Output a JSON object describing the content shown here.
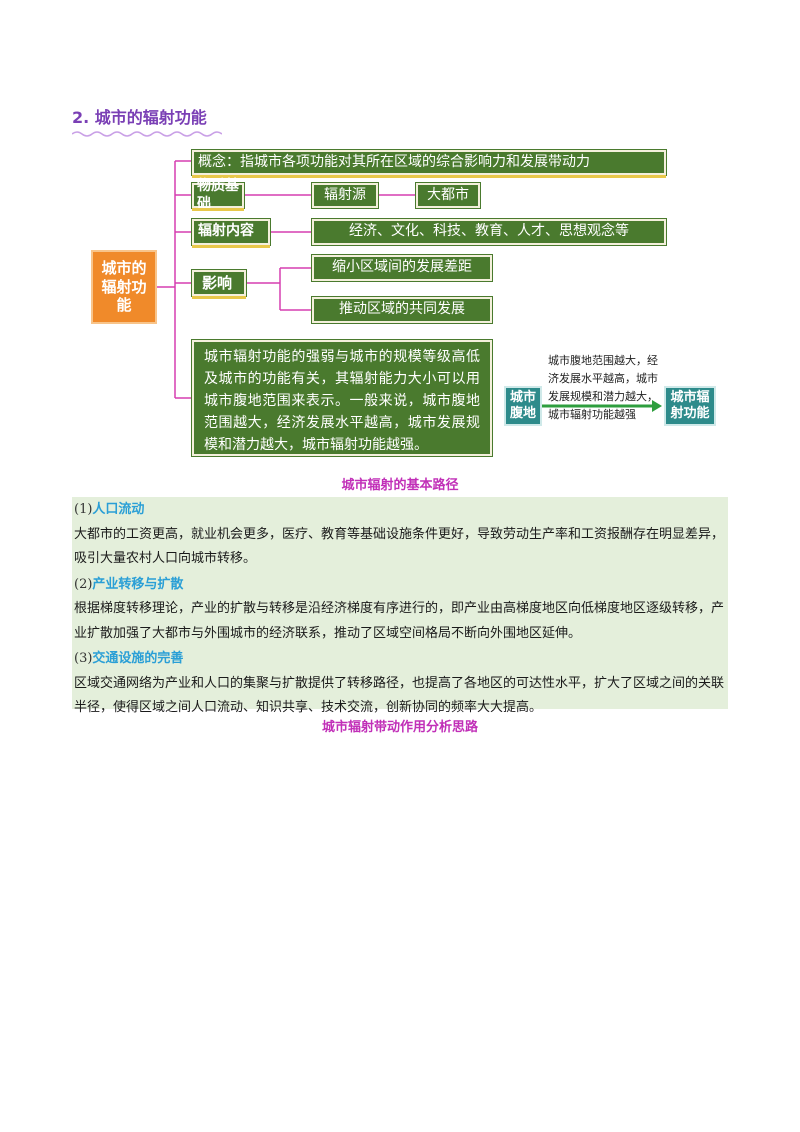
{
  "section_title": "2. 城市的辐射功能",
  "diagram": {
    "root": "城市的辐射功能",
    "root_lines": [
      "城市的",
      "辐射功",
      "能"
    ],
    "concept": "概念：指城市各项功能对其所在区域的综合影响力和发展带动力",
    "material_basis": {
      "label": "物质基础",
      "source": "辐射源",
      "value": "大都市"
    },
    "content": {
      "label": "辐射内容",
      "value": "经济、文化、科技、教育、人才、思想观念等"
    },
    "influence": {
      "label": "影响",
      "items": [
        "缩小区域间的发展差距",
        "推动区域的共同发展"
      ]
    },
    "description": "城市辐射功能的强弱与城市的规模等级高低及城市的功能有关，其辐射能力大小可以用城市腹地范围来表示。一般来说，城市腹地范围越大，经济发展水平越高，城市发展规模和潜力越大，城市辐射功能越强。",
    "flow": {
      "from": "城市腹地",
      "from_lines": [
        "城市",
        "腹地"
      ],
      "to": "城市辐射功能",
      "to_lines": [
        "城市辐",
        "射功能"
      ],
      "note": "城市腹地范围越大，经济发展水平越高，城市发展规模和潜力越大，城市辐射功能越强"
    }
  },
  "caption1": "城市辐射的基本路径",
  "panel": {
    "items": [
      {
        "num": "(1)",
        "title": "人口流动",
        "text": "大都市的工资更高，就业机会更多，医疗、教育等基础设施条件更好，导致劳动生产率和工资报酬存在明显差异，吸引大量农村人口向城市转移。"
      },
      {
        "num": "(2)",
        "title": "产业转移与扩散",
        "text": "根据梯度转移理论，产业的扩散与转移是沿经济梯度有序进行的，即产业由高梯度地区向低梯度地区逐级转移，产业扩散加强了大都市与外围城市的经济联系，推动了区域空间格局不断向外围地区延伸。"
      },
      {
        "num": "(3)",
        "title": "交通设施的完善",
        "text": "区域交通网络为产业和人口的集聚与扩散提供了转移路径，也提高了各地区的可达性水平，扩大了区域之间的关联半径，使得区域之间人口流动、知识共享、技术交流，创新协同的频率大大提高。"
      }
    ]
  },
  "caption2": "城市辐射带动作用分析思路",
  "colors": {
    "green": "#4a7a2e",
    "orange": "#f08a2a",
    "teal": "#2e8b8b",
    "magenta": "#c12fb8",
    "purple": "#7a3fb5",
    "panel_bg": "#e4efdb"
  }
}
